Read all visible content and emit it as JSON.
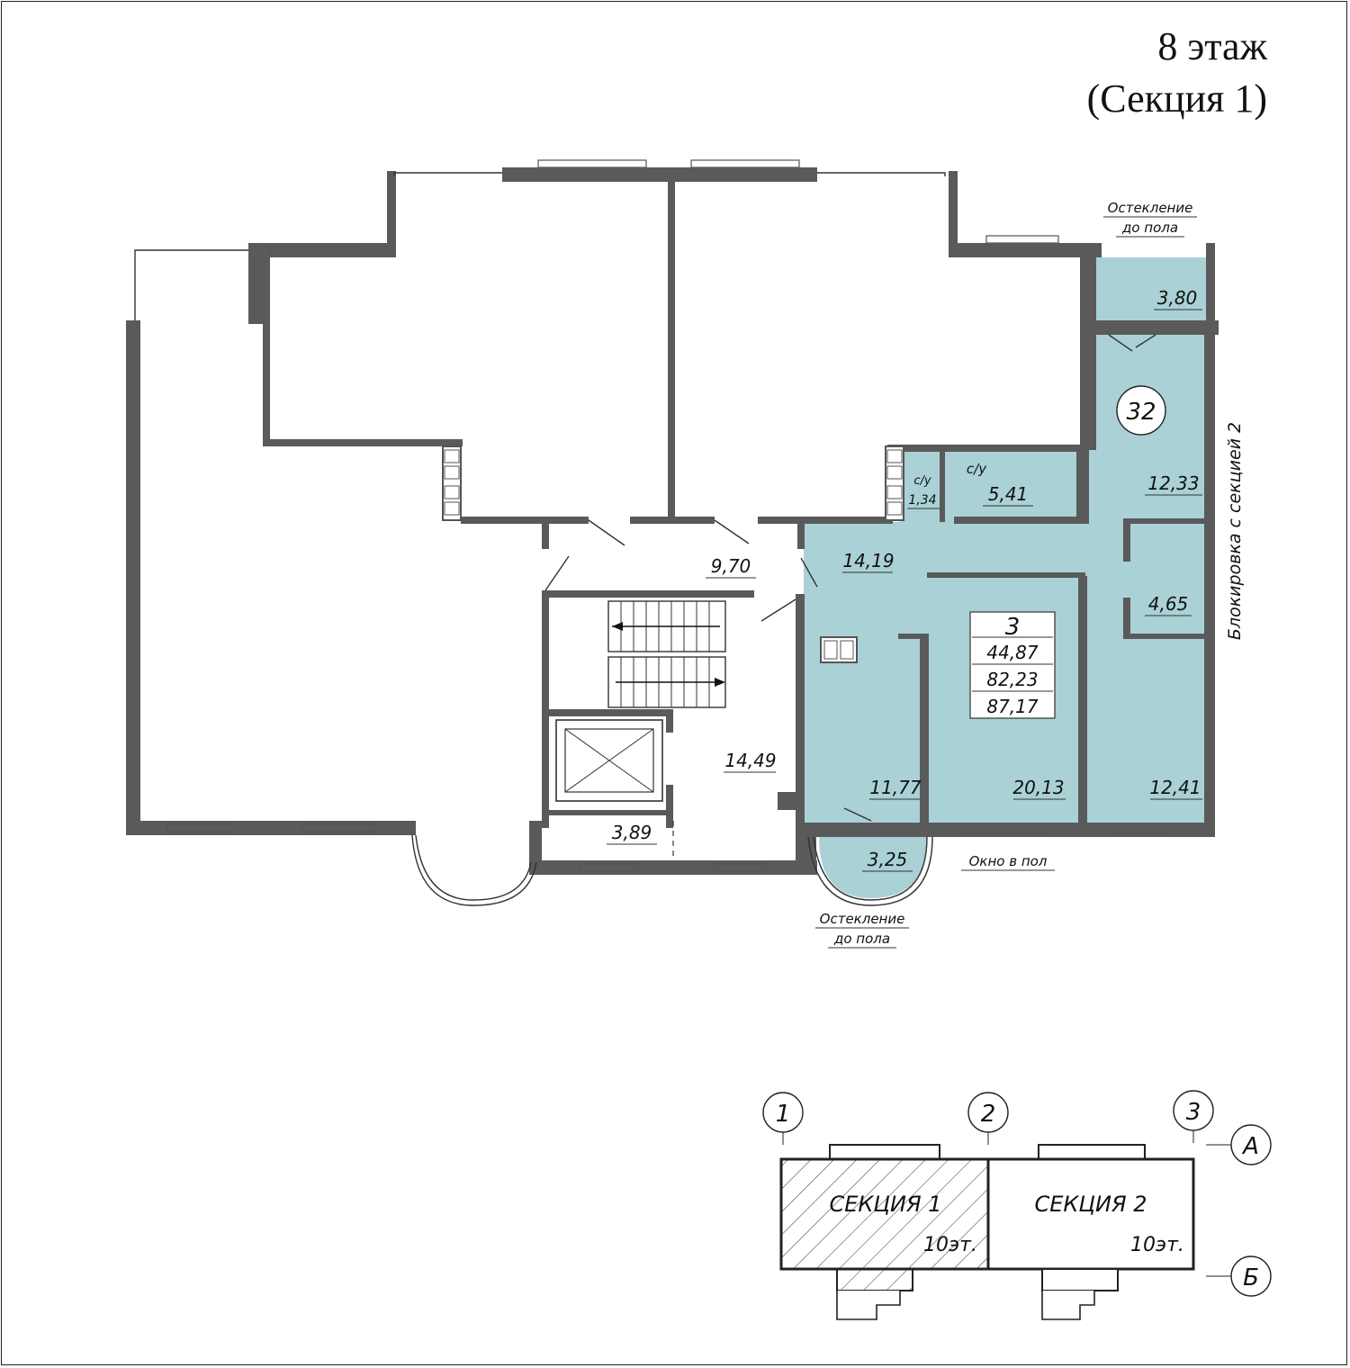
{
  "page": {
    "floor_label": "8 этаж",
    "section_label": "(Секция 1)"
  },
  "colors": {
    "apartment_fill": "#a9d1d6",
    "wall": "#5a5a5a",
    "line": "#222222"
  },
  "apartment": {
    "number": "32",
    "rooms": "3",
    "living_area": "44,87",
    "total_area": "82,23",
    "total_with_balcony": "87,17"
  },
  "rooms": {
    "balcony_top": "3,80",
    "room_top_right": "12,33",
    "bath_label": "с/у",
    "bath_area": "5,41",
    "wc_label": "с/у",
    "wc_area": "1,34",
    "hall": "14,19",
    "closet": "4,65",
    "kitchen": "11,77",
    "living": "20,13",
    "bedroom": "12,41",
    "bay_balcony": "3,25",
    "corridor": "9,70",
    "stair_hall": "14,49",
    "vestibule": "3,89"
  },
  "notes": {
    "glazing_top_1": "Остекление",
    "glazing_top_2": "до пола",
    "glazing_bottom_1": "Остекление",
    "glazing_bottom_2": "до пола",
    "floor_window": "Окно в пол",
    "blocking": "Блокировка с секцией 2"
  },
  "key_plan": {
    "axis_1": "1",
    "axis_2": "2",
    "axis_3": "3",
    "axis_a": "А",
    "axis_b": "Б",
    "section_1": "СЕКЦИЯ 1",
    "section_1_floors": "10эт.",
    "section_2": "СЕКЦИЯ 2",
    "section_2_floors": "10эт."
  }
}
